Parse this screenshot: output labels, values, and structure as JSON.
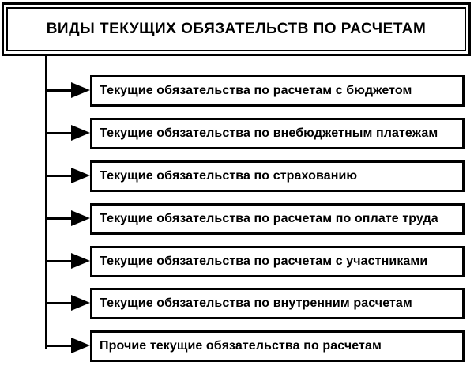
{
  "diagram": {
    "title": "ВИДЫ ТЕКУЩИХ ОБЯЗАТЕЛЬСТВ ПО РАСЧЕТАМ",
    "items": [
      "Текущие обязательства по расчетам с бюджетом",
      "Текущие обязательства по внебюджетным платежам",
      "Текущие обязательства по страхованию",
      "Текущие обязательства по расчетам по оплате труда",
      "Текущие обязательства по расчетам с участниками",
      "Текущие обязательства по внутренним расчетам",
      "Прочие текущие обязательства по расчетам"
    ],
    "colors": {
      "ink": "#000000",
      "paper": "#ffffff"
    }
  }
}
